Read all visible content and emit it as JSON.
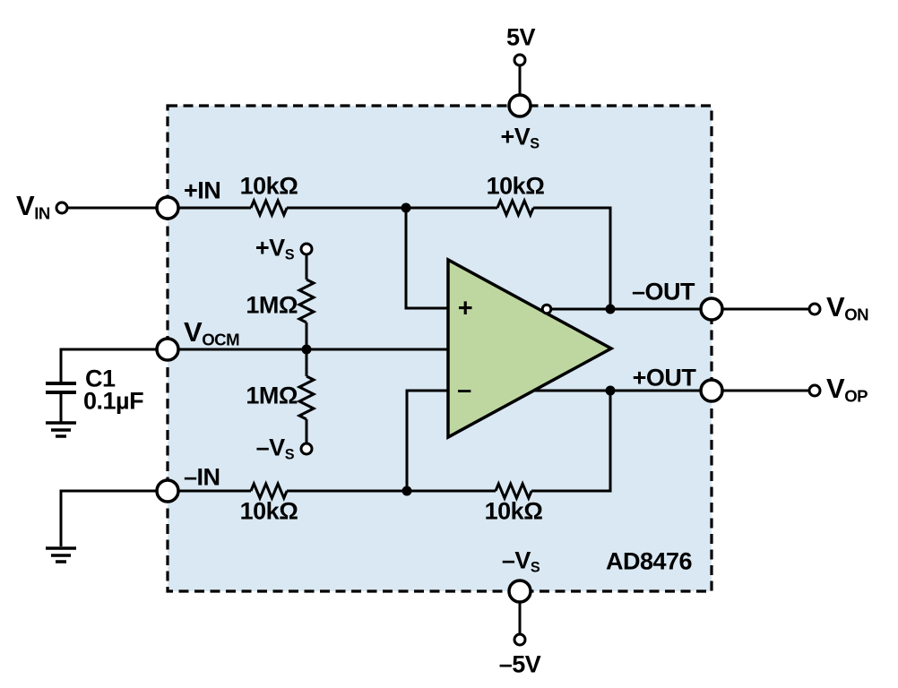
{
  "diagram": {
    "chip": {
      "name": "AD8476"
    },
    "supplies": {
      "top": {
        "rail": "5V",
        "pin": {
          "main": "+V",
          "sub": "S"
        }
      },
      "bottom": {
        "rail": "–5V",
        "pin": {
          "main": "–V",
          "sub": "S"
        }
      }
    },
    "inputs": {
      "vin": {
        "main": "V",
        "sub": "IN"
      },
      "plus_in": "+IN",
      "minus_in": "–IN",
      "vocm": {
        "main": "V",
        "sub": "OCM"
      }
    },
    "outputs": {
      "minus_out": "–OUT",
      "plus_out": "+OUT",
      "von": {
        "main": "V",
        "sub": "ON"
      },
      "vop": {
        "main": "V",
        "sub": "OP"
      }
    },
    "resistors": {
      "top_left": "10kΩ",
      "top_right": "10kΩ",
      "bottom_left": "10kΩ",
      "bottom_right": "10kΩ",
      "divider_top": "1MΩ",
      "divider_bottom": "1MΩ"
    },
    "divider_pins": {
      "plus": {
        "main": "+V",
        "sub": "S"
      },
      "minus": {
        "main": "–V",
        "sub": "S"
      }
    },
    "capacitor": {
      "ref": "C1",
      "value": "0.1µF"
    },
    "opamp": {
      "plus_sign": "+",
      "minus_sign": "–"
    },
    "colors": {
      "box_fill": "#d9e8f2",
      "opamp_fill": "#bed7a0",
      "line": "#000000"
    }
  }
}
